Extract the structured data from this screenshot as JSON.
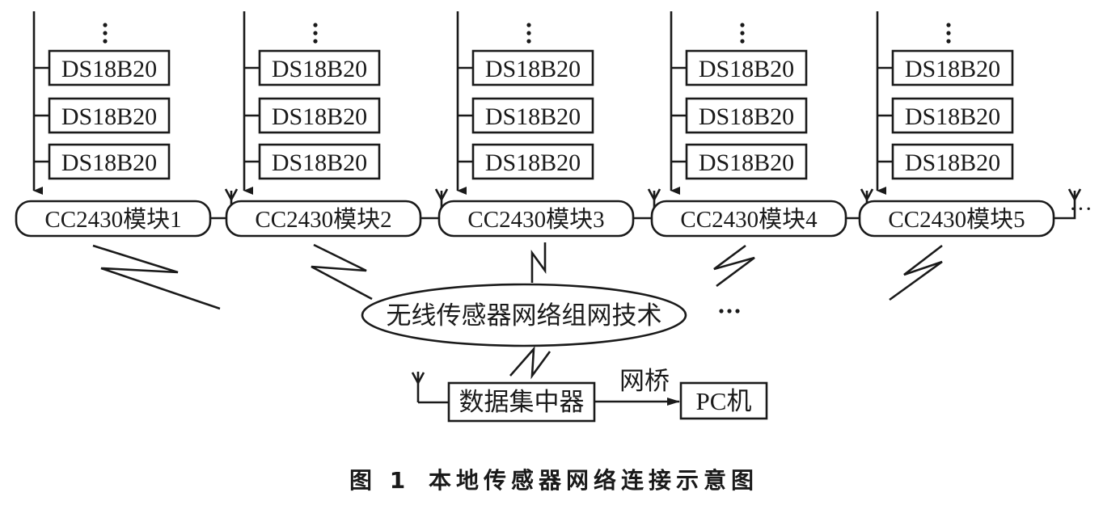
{
  "modules": [
    {
      "label": "CC2430模块1",
      "sensors": [
        "DS18B20",
        "DS18B20",
        "DS18B20"
      ],
      "more_sensors": "⋮"
    },
    {
      "label": "CC2430模块2",
      "sensors": [
        "DS18B20",
        "DS18B20",
        "DS18B20"
      ],
      "more_sensors": "⋮"
    },
    {
      "label": "CC2430模块3",
      "sensors": [
        "DS18B20",
        "DS18B20",
        "DS18B20"
      ],
      "more_sensors": "⋮"
    },
    {
      "label": "CC2430模块4",
      "sensors": [
        "DS18B20",
        "DS18B20",
        "DS18B20"
      ],
      "more_sensors": "⋮"
    },
    {
      "label": "CC2430模块5",
      "sensors": [
        "DS18B20",
        "DS18B20",
        "DS18B20"
      ],
      "more_sensors": "⋮"
    }
  ],
  "modules_more": "···",
  "network": {
    "label": "无线传感器网络组网技术",
    "more": "···"
  },
  "concentrator": {
    "label": "数据集中器"
  },
  "bridge": {
    "label": "网桥"
  },
  "pc": {
    "label": "PC机"
  },
  "caption": {
    "figure_number": "图 1",
    "title": "本地传感器网络连接示意图"
  },
  "icons": {
    "antenna": "antenna-icon",
    "wireless_link": "lightning-link-icon"
  },
  "colors": {
    "line": "#1a1a1a",
    "background": "#ffffff"
  }
}
